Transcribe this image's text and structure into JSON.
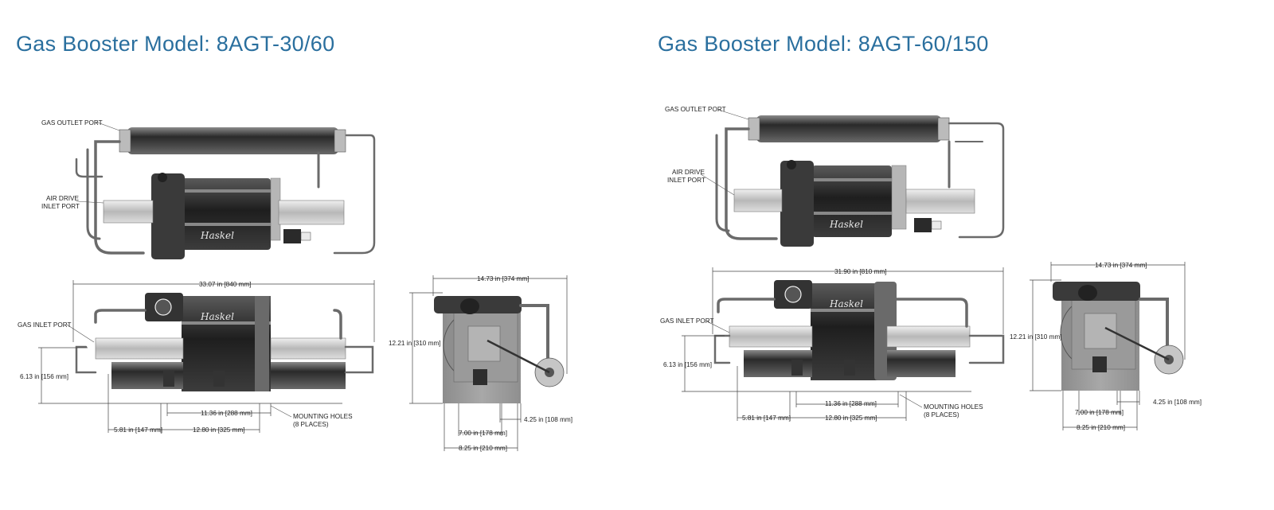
{
  "titles": {
    "left": "Gas Booster Model: 8AGT-30/60",
    "right": "Gas Booster Model: 8AGT-60/150"
  },
  "left": {
    "labels": {
      "gas_outlet_port": "GAS OUTLET PORT",
      "air_drive_line1": "AIR DRIVE",
      "air_drive_line2": "INLET PORT",
      "gas_inlet_port": "GAS INLET PORT",
      "mounting_holes_line1": "MOUNTING HOLES",
      "mounting_holes_line2": "(8 PLACES)"
    },
    "dimensions": {
      "overall_length": "33.07 in [840 mm]",
      "height": "6.13 in [156 mm]",
      "hole_spacing_inner": "11.36 in [288 mm]",
      "hole_spacing_outer": "12.80 in [325 mm]",
      "offset": "5.81 in [147 mm]",
      "side_width": "14.73 in [374 mm]",
      "side_height": "12.21 in [310 mm]",
      "side_offset": "4.25 in [108 mm]",
      "side_hole_spacing": "7.00 in [178 mm]",
      "side_base_width": "8.25 in [210 mm]"
    },
    "logo": "Haskel"
  },
  "right": {
    "labels": {
      "gas_outlet_port": "GAS OUTLET PORT",
      "air_drive_line1": "AIR DRIVE",
      "air_drive_line2": "INLET PORT",
      "gas_inlet_port": "GAS INLET PORT",
      "mounting_holes_line1": "MOUNTING HOLES",
      "mounting_holes_line2": "(8 PLACES)"
    },
    "dimensions": {
      "overall_length": "31.90 in [810 mm]",
      "height": "6.13 in [156 mm]",
      "hole_spacing_inner": "11.36 in [288 mm]",
      "hole_spacing_outer": "12.80 in [325 mm]",
      "offset": "5.81 in [147 mm]",
      "side_width": "14.73 in [374 mm]",
      "side_height": "12.21 in [310 mm]",
      "side_offset": "4.25 in [108 mm]",
      "side_hole_spacing": "7.00 in [178 mm]",
      "side_base_width": "8.25 in [210 mm]"
    },
    "logo": "Haskel"
  },
  "colors": {
    "title": "#2a6f9e",
    "dark_metal": "#2b2b2b",
    "light_metal": "#c8c8c8",
    "base_plate": "#9a9a9a"
  }
}
